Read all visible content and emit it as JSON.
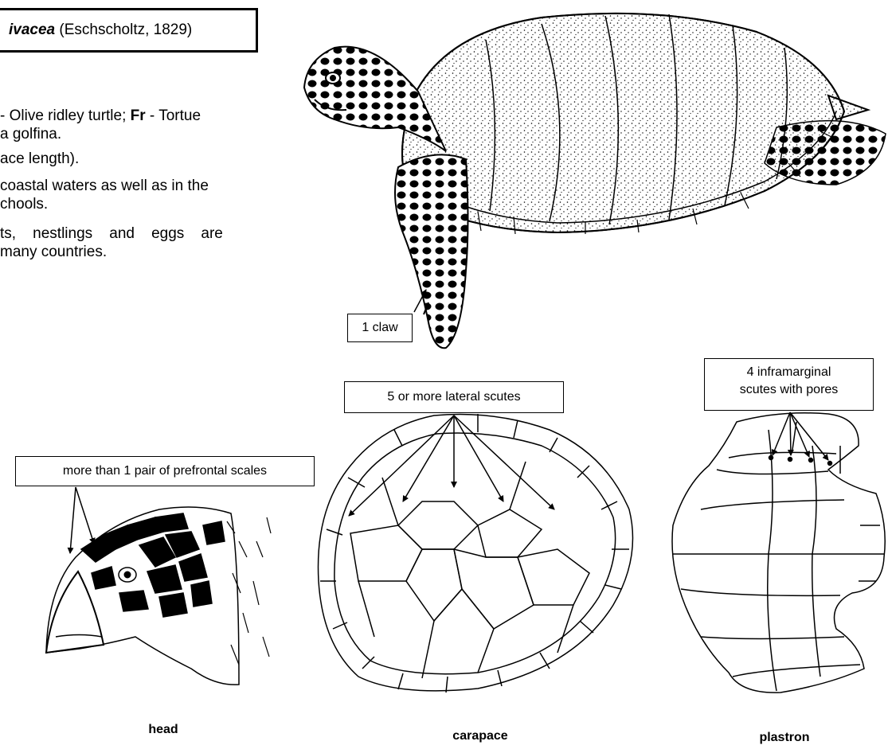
{
  "header": {
    "title_species": "ivacea",
    "title_author": " (Eschscholtz, 1829)"
  },
  "text": {
    "names_line1_a": "- Olive ridley turtle; ",
    "names_line1_fr": "Fr",
    "names_line1_b": " - Tortue",
    "names_line2": "a golfina.",
    "size": "ace length).",
    "habitat_line1": "coastal waters as well as in the",
    "habitat_line2": "chools.",
    "fisheries_line1": "ts,    nestlings    and    eggs    are",
    "fisheries_line2": "many countries."
  },
  "labels": {
    "claw": "1 claw",
    "lateral_scutes": "5 or more lateral scutes",
    "inframarginal_line1": "4 inframarginal",
    "inframarginal_line2": "scutes with pores",
    "prefrontal": "more than 1 pair of prefrontal scales"
  },
  "captions": {
    "head": "head",
    "carapace": "carapace",
    "plastron": "plastron"
  }
}
